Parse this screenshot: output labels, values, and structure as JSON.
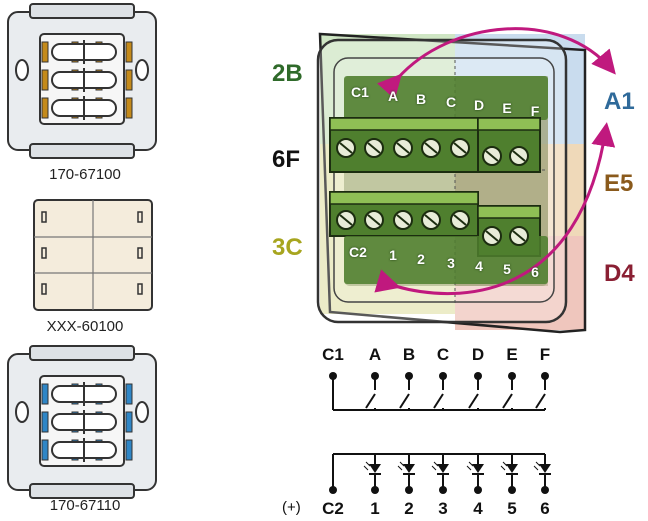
{
  "devices": [
    {
      "id": "mech1",
      "label": "170-67100",
      "contact_color": "#c48a1a"
    },
    {
      "id": "cover",
      "label": "XXX-60100"
    },
    {
      "id": "mech2",
      "label": "170-67110",
      "contact_color": "#2f86c6"
    }
  ],
  "codes": [
    {
      "key": "2B",
      "text": "2B",
      "color": "#2f6a2a"
    },
    {
      "key": "6F",
      "text": "6F",
      "color": "#111111"
    },
    {
      "key": "3C",
      "text": "3C",
      "color": "#a7a51f"
    },
    {
      "key": "A1",
      "text": "A1",
      "color": "#2f6a9a"
    },
    {
      "key": "E5",
      "text": "E5",
      "color": "#8a5a1c"
    },
    {
      "key": "D4",
      "text": "D4",
      "color": "#8a1f33"
    }
  ],
  "terminals_top": [
    "C1",
    "A",
    "B",
    "C",
    "D",
    "E",
    "F"
  ],
  "terminals_bottom": [
    "C2",
    "1",
    "2",
    "3",
    "4",
    "5",
    "6"
  ],
  "schematic": {
    "top_labels": [
      "C1",
      "A",
      "B",
      "C",
      "D",
      "E",
      "F"
    ],
    "bottom_labels": [
      "C2",
      "1",
      "2",
      "3",
      "4",
      "5",
      "6"
    ],
    "plus_label": "(+)"
  },
  "colors": {
    "arrow": "#c0197e",
    "block_green": "#4f7f2e",
    "block_green_light": "#8fbf55",
    "zone_green": "#cfe6c4",
    "zone_blue": "#c9dcee",
    "zone_tan": "#efd9b9",
    "zone_red": "#efc6bd",
    "zone_olive": "#e6e6b6"
  }
}
